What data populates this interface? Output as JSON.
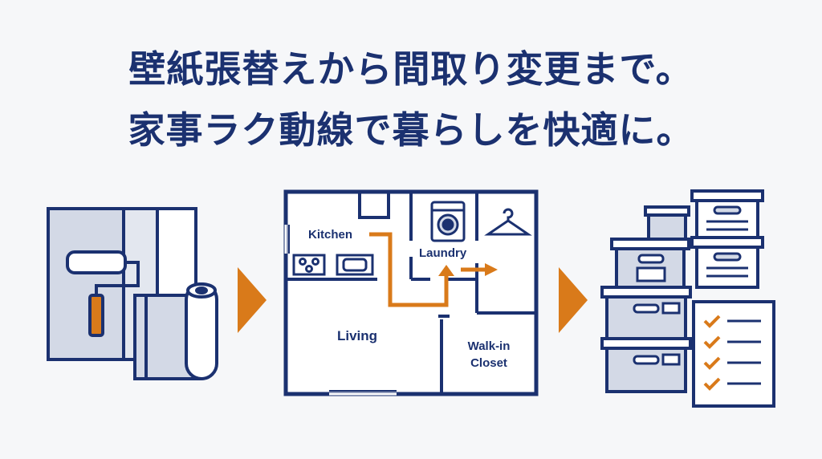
{
  "headline": {
    "line1": "壁紙張替えから間取り変更まで。",
    "line2": "家事ラク動線で暮らしを快適に。"
  },
  "floorplan": {
    "kitchen": "Kitchen",
    "laundry": "Laundry",
    "living": "Living",
    "closet_line1": "Walk-in",
    "closet_line2": "Closet"
  },
  "colors": {
    "navy": "#1b3170",
    "orange": "#d97a1a",
    "fill_light": "#d3d9e6",
    "background": "#f6f7f9"
  },
  "icons": [
    "paint-roller-icon",
    "wallpaper-roll-icon",
    "washing-machine-icon",
    "hanger-icon",
    "stove-icon",
    "sink-icon",
    "storage-box-icon",
    "checklist-icon",
    "arrow-right-icon"
  ]
}
